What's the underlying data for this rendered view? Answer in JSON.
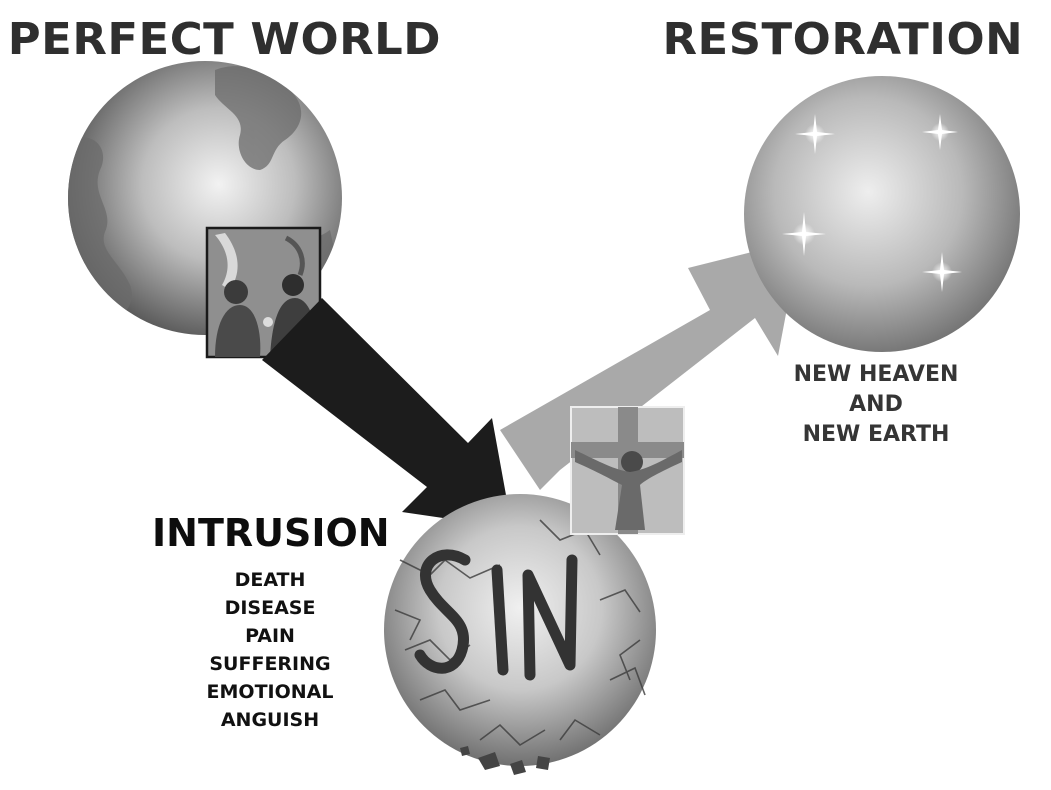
{
  "titles": {
    "perfect_world": "PERFECT WORLD",
    "restoration": "RESTORATION"
  },
  "restoration_caption": [
    "NEW HEAVEN",
    "AND",
    "NEW EARTH"
  ],
  "intrusion": {
    "heading": "INTRUSION",
    "effects": [
      "DEATH",
      "DISEASE",
      "PAIN",
      "SUFFERING",
      "EMOTIONAL",
      "ANGUISH"
    ]
  },
  "broken_globe_word": "SIN",
  "colors": {
    "fall_arrow": "#1c1c1c",
    "restoration_arrow": "#a9a9a9",
    "globe_light": "#e6e6e6",
    "globe_dark": "#555555"
  }
}
